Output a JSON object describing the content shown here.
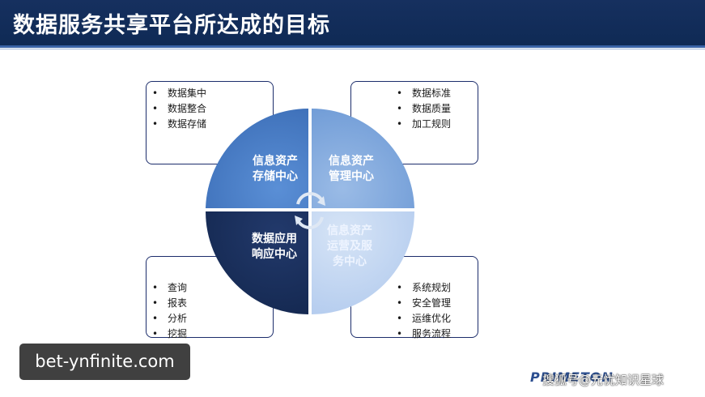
{
  "title": "数据服务共享平台所达成的目标",
  "colors": {
    "title_bar": "#16305f",
    "q_storage": "#4a7fc6",
    "q_management": "#82a9df",
    "q_application": "#1b3260",
    "q_operations": "#c5d8f2",
    "box_border": "#1c2d6b"
  },
  "quadrants": {
    "top_left": "信息资产\n存储中心",
    "top_right": "信息资产\n管理中心",
    "bottom_left": "数据应用\n响应中心",
    "bottom_right": "信息资产\n运营及服\n务中心"
  },
  "boxes": {
    "top_left": [
      "数据集中",
      "数据整合",
      "数据存储"
    ],
    "top_right": [
      "数据标准",
      "数据质量",
      "加工规则"
    ],
    "bottom_left": [
      "查询",
      "报表",
      "分析",
      "挖掘"
    ],
    "bottom_right": [
      "系统规划",
      "安全管理",
      "运维优化",
      "服务流程"
    ]
  },
  "bullet": "•",
  "watermark": "bet-ynfinite.com",
  "logo": "PRIMETON",
  "source": "搜狐号@元忧知识星球"
}
